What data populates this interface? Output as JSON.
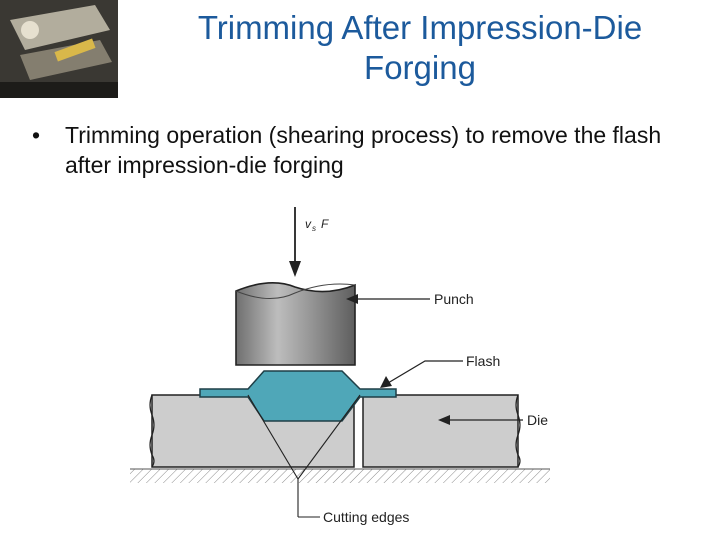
{
  "slide": {
    "title_line1": "Trimming After Impression-Die",
    "title_line2": "Forging",
    "bullet_marker": "•",
    "bullet_text": "Trimming operation (shearing process) to remove the flash after impression-die forging"
  },
  "diagram": {
    "force_label_v": "v",
    "force_label_sub": "s",
    "force_label_f": "F",
    "labels": {
      "punch": "Punch",
      "flash": "Flash",
      "die": "Die",
      "cutting_edges": "Cutting edges"
    },
    "colors": {
      "punch_fill": "#9a9a9a",
      "workpiece_fill": "#4fa7b8",
      "die_fill": "#c9c9c9",
      "line": "#222222"
    }
  }
}
